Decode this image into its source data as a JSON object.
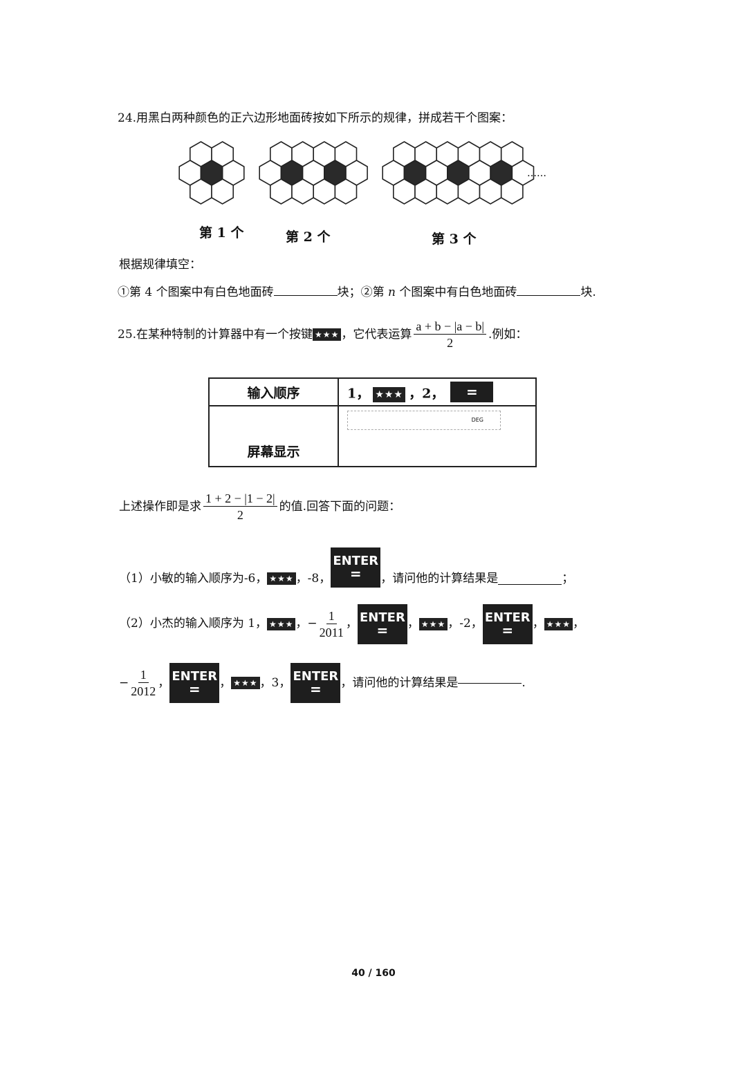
{
  "q24": {
    "prompt": "24.用黑白两种颜色的正六边形地面砖按如下所示的规律，拼成若干个图案：",
    "captions": [
      "第 1 个",
      "第 2 个",
      "第 3 个"
    ],
    "ellipsis": "……",
    "fill_hint": "根据规律填空：",
    "line_part1": "①第 4 个图案中有白色地面砖",
    "line_part2": "块；②第",
    "line_var": "n",
    "line_part3": "个图案中有白色地面砖",
    "line_part4": "块."
  },
  "q25": {
    "prompt_a": "25.在某种特制的计算器中有一个按键",
    "prompt_b": "，它代表运算",
    "prompt_c": ".例如：",
    "op_num": "a + b − |a − b|",
    "op_den": "2",
    "star_label": "★★★",
    "enter_label": "ENTER",
    "enter_eq": "=",
    "table": {
      "row1_label": "输入顺序",
      "row2_label": "屏幕显示",
      "seq_1": "1，",
      "seq_2": "，2，",
      "screen_mark": "DEG"
    },
    "explain_a": "上述操作即是求",
    "explain_num": "1 + 2 − |1 − 2|",
    "explain_den": "2",
    "explain_b": "的值.回答下面的问题：",
    "p1_a": "（1）小敏的输入顺序为-6，",
    "p1_b": "，-8，",
    "p1_c": "，请问他的计算结果是",
    "p1_end": "；",
    "p2_a": "（2）小杰的输入顺序为 1，",
    "p2_b": "，−",
    "p2_frac1_num": "1",
    "p2_frac1_den": "2011",
    "p2_c": "，",
    "p2_d": "，",
    "p2_e": "，-2，",
    "p2_f": "，",
    "p2_g": "，",
    "p3_a": "−",
    "p3_frac_num": "1",
    "p3_frac_den": "2012",
    "p3_b": "，",
    "p3_c": "，",
    "p3_d": "，3，",
    "p3_e": "，请问他的计算结果是",
    "p3_end": "."
  },
  "footer": {
    "page": "40  /  160"
  }
}
